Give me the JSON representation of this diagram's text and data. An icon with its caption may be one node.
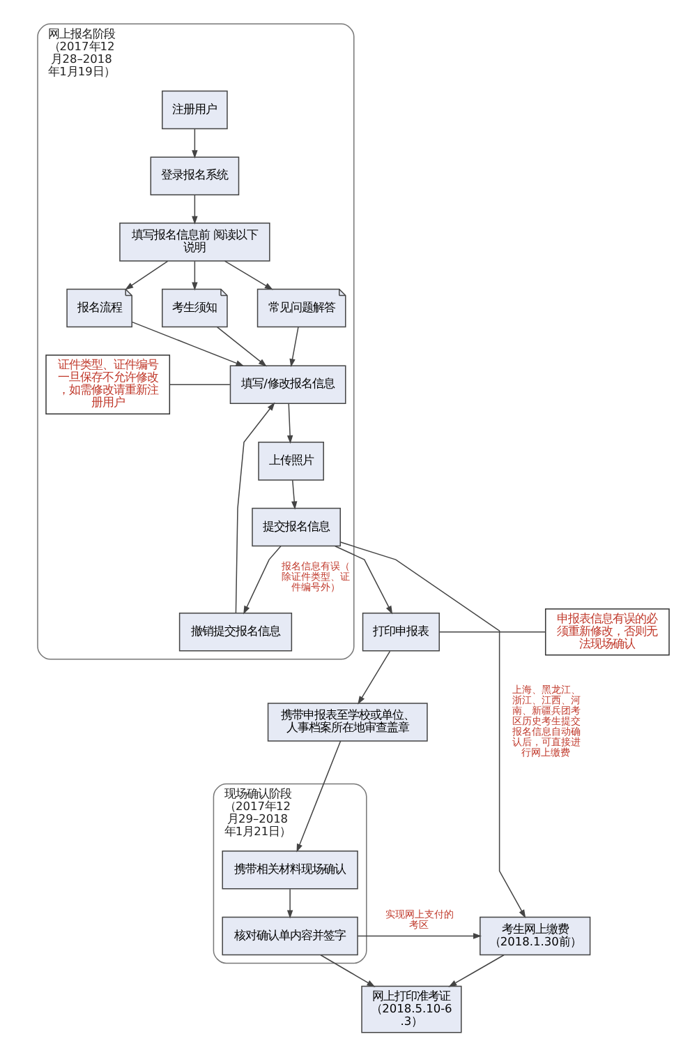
{
  "diagram": {
    "nodes": [
      {
        "text": [
          "网上报名阶段",
          "（2017年12月28–2018年1月19日）"
        ]
      },
      {
        "text": [
          "注册用户"
        ],
        "in": 0
      },
      {
        "text": [
          "登录报名系统"
        ],
        "in": 0
      },
      {
        "text": [
          "填写报名信息前 阅读以下说明"
        ],
        "in": 0
      },
      {
        "text": [
          "报名流程"
        ],
        "in": 0
      },
      {
        "text": [
          "考生须知"
        ],
        "in": 0
      },
      {
        "text": [
          "常见问题解答"
        ],
        "in": 0
      },
      {
        "text": [
          "填写/修改报名信息"
        ],
        "in": 0
      },
      {
        "text": [
          "撤销提交报名信息"
        ],
        "in": 0
      },
      {
        "text": [
          "上传照片"
        ],
        "in": 0
      },
      {
        "text": [
          "提交报名信息"
        ],
        "in": 0
      },
      {
        "text": [
          "证件类型、证件编号一旦保存不允许修改，如需修改请重新注册用户"
        ],
        "in": 0
      },
      {
        "text": [
          "现场确认阶段",
          "（2017年12月29–2018年1月21日）"
        ]
      },
      {
        "text": [
          "打印申报表"
        ]
      },
      {
        "text": [
          "申报表信息有误的必须重新修改，否则无法现场确认"
        ]
      },
      {
        "text": [
          "携带申报表至学校或单位、人事档案所在地审查盖章"
        ]
      },
      {
        "text": [
          "携带相关材料现场确认"
        ],
        "in": 12
      },
      {
        "text": [
          "核对确认单内容并签字"
        ],
        "in": 12
      },
      {
        "text": [
          "考生网上缴费",
          "（2018.1.30前）"
        ]
      },
      {
        "text": [
          "网上打印准考证",
          "（2018.5.10-6.3）"
        ]
      }
    ],
    "edges": [
      {
        "from": 1,
        "to": 2,
        "arrow": "to"
      },
      {
        "from": 2,
        "to": 3,
        "arrow": "to"
      },
      {
        "from": 3,
        "to": 4,
        "arrow": "to"
      },
      {
        "from": 3,
        "to": 5,
        "arrow": "to"
      },
      {
        "from": 3,
        "to": 6,
        "arrow": "to"
      },
      {
        "from": 4,
        "to": 7,
        "arrow": "to"
      },
      {
        "from": 5,
        "to": 7,
        "arrow": "to"
      },
      {
        "from": 6,
        "to": 7,
        "arrow": "to"
      },
      {
        "from": 11,
        "to": 7,
        "arrow": "none"
      },
      {
        "from": 7,
        "to": 9,
        "arrow": "to"
      },
      {
        "from": 9,
        "to": 10,
        "arrow": "to"
      },
      {
        "from": 10,
        "to": 8,
        "arrow": "to",
        "label": "报名信息有误（除证件类型、证件编号外）"
      },
      {
        "from": 8,
        "to": 7,
        "arrow": "to"
      },
      {
        "from": 10,
        "to": 13,
        "arrow": "to"
      },
      {
        "from": 14,
        "to": 13,
        "arrow": "none"
      },
      {
        "from": 13,
        "to": 15,
        "arrow": "to"
      },
      {
        "from": 15,
        "to": 16,
        "arrow": "to"
      },
      {
        "from": 16,
        "to": 17,
        "arrow": "to"
      },
      {
        "from": 17,
        "to": 18,
        "arrow": "to",
        "label": "实现网上支付的考区"
      },
      {
        "from": 10,
        "to": 18,
        "arrow": "to",
        "label": "上海、黑龙江、浙江、江西、河南、新疆兵团考区历史考生提交报名信息自动确认后，可直接进行网上缴费"
      },
      {
        "from": 17,
        "to": 19,
        "arrow": "to"
      },
      {
        "from": 18,
        "to": 19,
        "arrow": "to"
      }
    ]
  }
}
